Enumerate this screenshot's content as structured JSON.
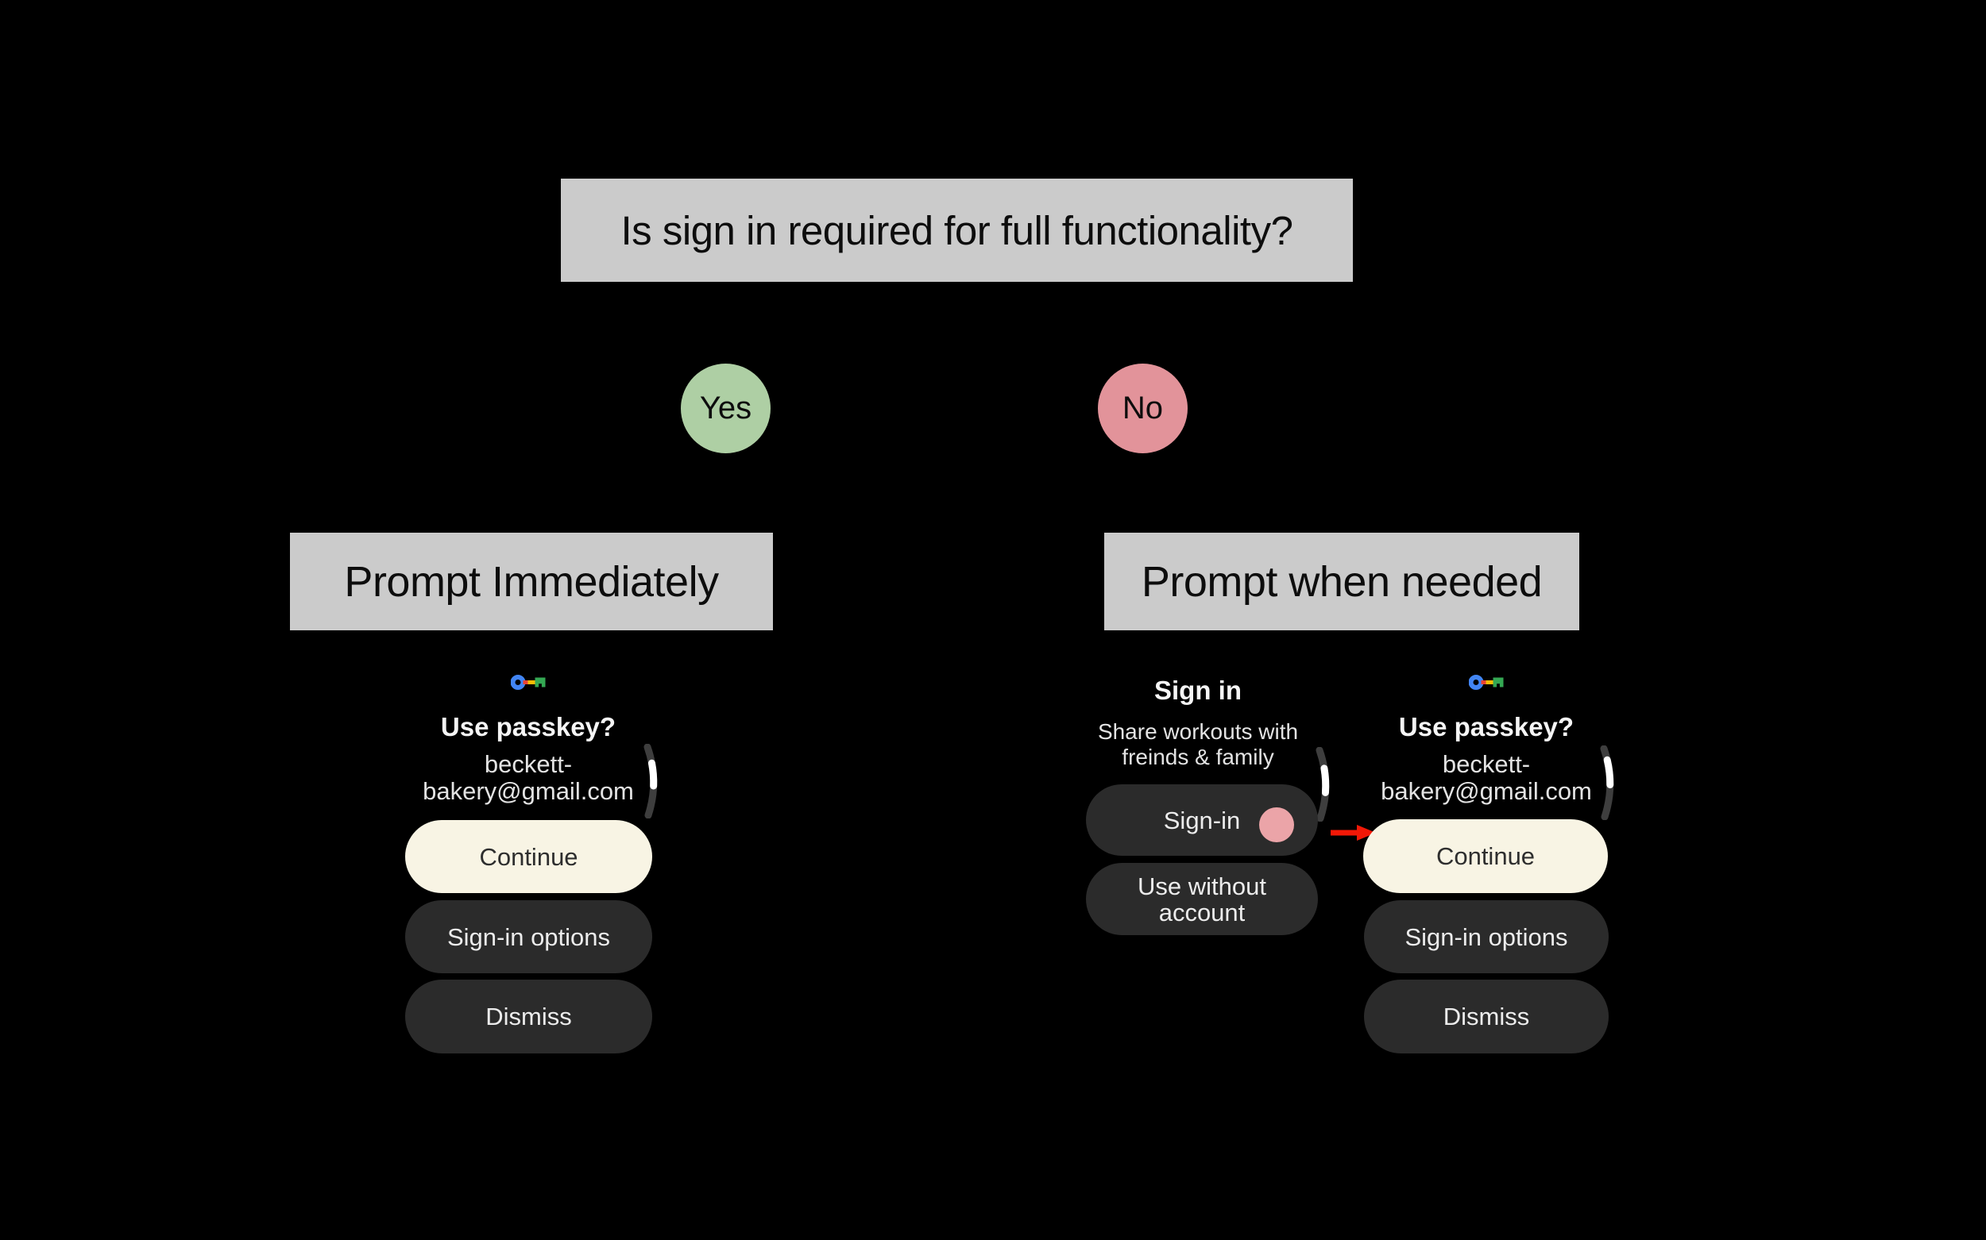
{
  "diagram": {
    "question": "Is sign in required for full functionality?",
    "yes_label": "Yes",
    "no_label": "No",
    "branch_left_title": "Prompt Immediately",
    "branch_right_title": "Prompt when needed"
  },
  "passkey_screen_left": {
    "icon": "passkey-key-icon",
    "title": "Use passkey?",
    "account_line1": "beckett-",
    "account_line2": "bakery@gmail.com",
    "continue_label": "Continue",
    "options_label": "Sign-in options",
    "dismiss_label": "Dismiss"
  },
  "sign_in_screen": {
    "title": "Sign in",
    "subtitle_line1": "Share workouts with",
    "subtitle_line2": "freinds & family",
    "sign_in_label": "Sign-in",
    "use_without_line1": "Use without",
    "use_without_line2": "account"
  },
  "passkey_screen_right": {
    "icon": "passkey-key-icon",
    "title": "Use passkey?",
    "account_line1": "beckett-",
    "account_line2": "bakery@gmail.com",
    "continue_label": "Continue",
    "options_label": "Sign-in options",
    "dismiss_label": "Dismiss"
  },
  "colors": {
    "background": "#000000",
    "flow_box_bg": "#cbcbcb",
    "flow_box_text": "#0d0d0d",
    "yes_green": "#aecfa4",
    "no_pink": "#e2939a",
    "tap_indicator_pink": "#eba4a8",
    "primary_button_bg": "#f8f4e4",
    "primary_button_text": "#2e2e2e",
    "secondary_button_bg": "#2b2b2b",
    "secondary_button_text": "#ececec",
    "arrow_red": "#f21807",
    "scroll_track": "#3e3e3e",
    "scroll_thumb": "#ffffff",
    "key_blue": "#4285f4",
    "key_red": "#ea4335",
    "key_yellow": "#fbbc04",
    "key_green": "#34a853"
  }
}
